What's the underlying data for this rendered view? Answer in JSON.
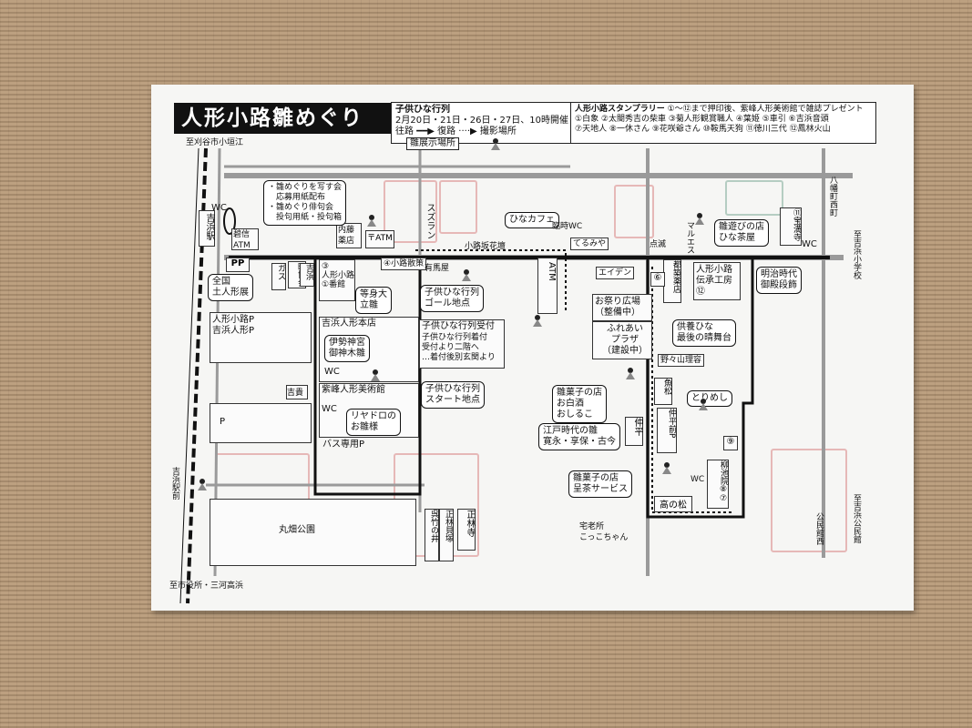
{
  "title": "人形小路雛めぐり",
  "parade": {
    "heading": "子供ひな行列",
    "dates": "2月20日・21日・26日・27日、10時開催",
    "legend_outbound": "往路",
    "legend_return": "復路",
    "legend_photo": "撮影場所"
  },
  "stamp_rally": {
    "heading": "人形小路スタンプラリー",
    "note": "①～⑫まで押印後、紫峰人形美術館で雑誌プレゼント",
    "line1": "①白象 ②太閤秀吉の柴車 ③菊人形観賞職人 ④葉姫 ⑤車引 ⑥吉浜音頭",
    "line2": "⑦天地人 ⑧一休さん ⑨花咲爺さん ⑩鞍馬天狗 ⑪徳川三代 ⑫鳳林火山"
  },
  "labels": {
    "to_kariya": "至刈谷市小垣江",
    "to_shiyakusho": "至市役所・三河高浜",
    "to_elementary": "至吉浜小学校",
    "to_kominkan": "至吉浜公民館",
    "hachiman": "八幡町西町",
    "yoshihama_station": "吉浜駅",
    "yoshihama_station_front": "吉浜駅前",
    "display_hall": "雛展示場所",
    "wc": "WC",
    "hekishin_atm": "碧信ATM",
    "p_p": "PP",
    "zenkoku": "全国\n土人形展",
    "kyoukai": "町協会",
    "yoshihama_kyou": "吉浜",
    "gasu": "ガス",
    "naito": "内藤\n薬店",
    "post_atm": "〒ATM",
    "ningyo_kan": "③\n人形小路\n①番館",
    "touroku": "④小路散策",
    "arima": "有馬屋",
    "sushi": "スズラン",
    "kouji_hana": "小路坂花壇",
    "hina_cafe": "ひなカフェ",
    "temp_wc": "臨時WC",
    "terumiya": "てるみや",
    "eiden": "エイデン",
    "atm_vertical": "ATM",
    "maruesu": "マルエス",
    "tenka": "点滅",
    "tsuru_pharmacy": "都築薬店",
    "six": "⑥",
    "hinaasobi": "雛遊びの店\nひな茶屋",
    "takara": "⑪宝満寺",
    "kouji_kobo": "人形小路\n伝承工房\n⑫",
    "meiji": "明治時代\n御殿段飾",
    "yoshihama_honten": "吉浜人形本店",
    "ise": "伊勢神宮\n御神木雛",
    "parade_reception": "子供ひな行列受付",
    "parade_reception_note": "子供ひな行列着付\n受付より二階へ\n…着付後別玄関より",
    "goal": "子供ひな行列\nゴール地点",
    "start": "子供ひな行列\nスタート地点",
    "toushin": "等身大\n立雛",
    "matsuri": "お祭り広場\n（整備中）",
    "fureai": "ふれあい\nプラザ\n（建設中）",
    "kuyou": "供養ひな\n最後の晴舞台",
    "nonoyama": "野々山理容",
    "uomatsu": "魚松",
    "torimeshi": "とりめし",
    "kashi_shop": "雛菓子の店\nお白酒\nおしるこ",
    "edo": "江戸時代の雛\n寛永・享保・古今",
    "nakahira": "仲平",
    "nakahira_mae": "仲平前P",
    "nine": "⑨",
    "kashi_tea": "雛菓子の店\n呈茶サービス",
    "takanomatsu": "高の松",
    "ryuchi": "柳池院⑧⑦",
    "shiho": "紫峰人形美術館",
    "riyadoro": "リヤドロの\nお雛様",
    "bus_p": "バス専用P",
    "ningyo_p": "人形小路P\n吉浜人形P",
    "yoshiki": "吉貴",
    "p_only": "P",
    "marubatake": "丸畑公園",
    "goshin": "呉竹の井",
    "shorin": "正林貝塚",
    "shorin_ji": "正林寺",
    "rouka": "宅老所\nこっこちゃん",
    "koumin": "公民館西"
  },
  "colors": {
    "tatami": "#b89a78",
    "paper": "#f6f6f4",
    "ink": "#111111",
    "road": "#9a9a9a",
    "stamp_red": "#c84646"
  }
}
